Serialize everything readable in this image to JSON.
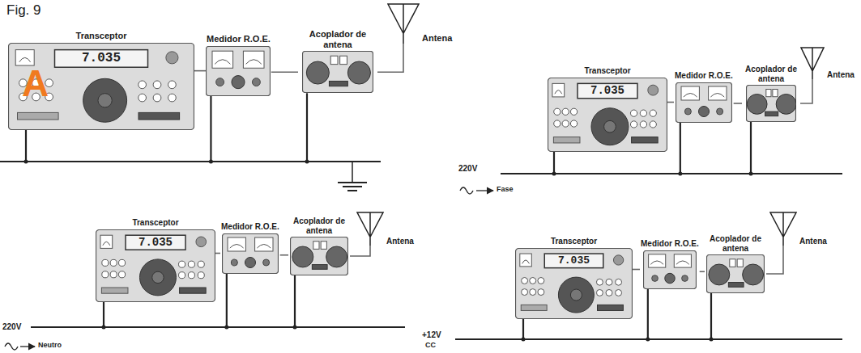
{
  "diagram": {
    "nodes": [
      {
        "text": [
          "Transceptor"
        ]
      },
      {
        "text": [
          "Medidor R.O.E."
        ]
      },
      {
        "text": [
          "Acoplador de antena"
        ]
      },
      {
        "text": [
          "Antena"
        ]
      },
      {
        "text": [
          "Transceptor"
        ]
      },
      {
        "text": [
          "Medidor R.O.E."
        ]
      },
      {
        "text": [
          "Acoplador de antena"
        ]
      },
      {
        "text": [
          "Antena"
        ]
      },
      {
        "text": [
          "Transceptor"
        ]
      },
      {
        "text": [
          "Medidor R.O.E."
        ]
      },
      {
        "text": [
          "Acoplador de antena"
        ]
      },
      {
        "text": [
          "Antena"
        ]
      },
      {
        "text": [
          "Transceptor"
        ]
      },
      {
        "text": [
          "Medidor R.O.E."
        ]
      },
      {
        "text": [
          "Acoplador de antena"
        ]
      },
      {
        "text": [
          "Antena"
        ]
      }
    ],
    "edges": [
      {
        "from": 0,
        "to": 1,
        "arrow": "none"
      },
      {
        "from": 1,
        "to": 2,
        "arrow": "none"
      },
      {
        "from": 2,
        "to": 3,
        "arrow": "none"
      },
      {
        "from": 4,
        "to": 5,
        "arrow": "none"
      },
      {
        "from": 5,
        "to": 6,
        "arrow": "none"
      },
      {
        "from": 6,
        "to": 7,
        "arrow": "none"
      },
      {
        "from": 8,
        "to": 9,
        "arrow": "none"
      },
      {
        "from": 9,
        "to": 10,
        "arrow": "none"
      },
      {
        "from": 10,
        "to": 11,
        "arrow": "none"
      },
      {
        "from": 12,
        "to": 13,
        "arrow": "none"
      },
      {
        "from": 13,
        "to": 14,
        "arrow": "none"
      },
      {
        "from": 14,
        "to": 15,
        "arrow": "none"
      }
    ],
    "labels": [
      "Fig. 9",
      "A",
      "7.035",
      "7.035",
      "7.035",
      "7.035",
      "220V",
      "Fase",
      "220V",
      "Neutro",
      "+12V",
      "CC"
    ]
  }
}
